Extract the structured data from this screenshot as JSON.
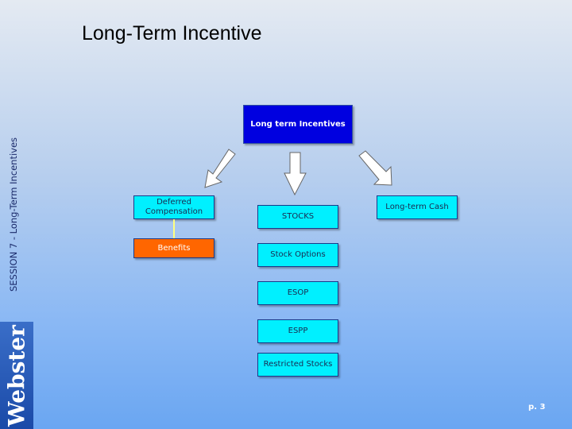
{
  "title": "Long-Term Incentive",
  "side_label": "SESSION 7 - Long-Term Incentives",
  "logo_text": "Webster UNIVERSITY",
  "page_number": "p. 3",
  "nodes": {
    "root": "Long term Incentives",
    "deferred": "Deferred Compensation",
    "benefits": "Benefits",
    "stocks": "STOCKS",
    "stock_options": "Stock Options",
    "esop": "ESOP",
    "espp": "ESPP",
    "restricted": "Restricted Stocks",
    "cash": "Long-term Cash"
  },
  "colors": {
    "root": "#0000e0",
    "child": "#00f0ff",
    "benefits": "#ff6600"
  }
}
